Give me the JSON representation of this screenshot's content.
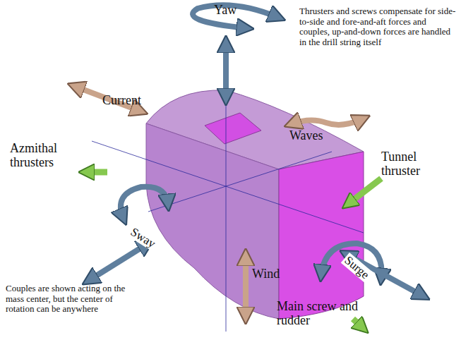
{
  "diagram": {
    "labels": [
      "Yaw",
      "Thrusters and screws compensate for side-to-side and fore-and-aft forces and couples, up-and-down forces are handled in the drill string itself",
      "Current",
      "Waves",
      "Azmithal thrusters",
      "Tunnel thruster",
      "Sway",
      "Surge",
      "Wind",
      "Couples are shown acting on the mass center, but the center of rotation can be anywhere",
      "Main screw and rudder"
    ]
  }
}
